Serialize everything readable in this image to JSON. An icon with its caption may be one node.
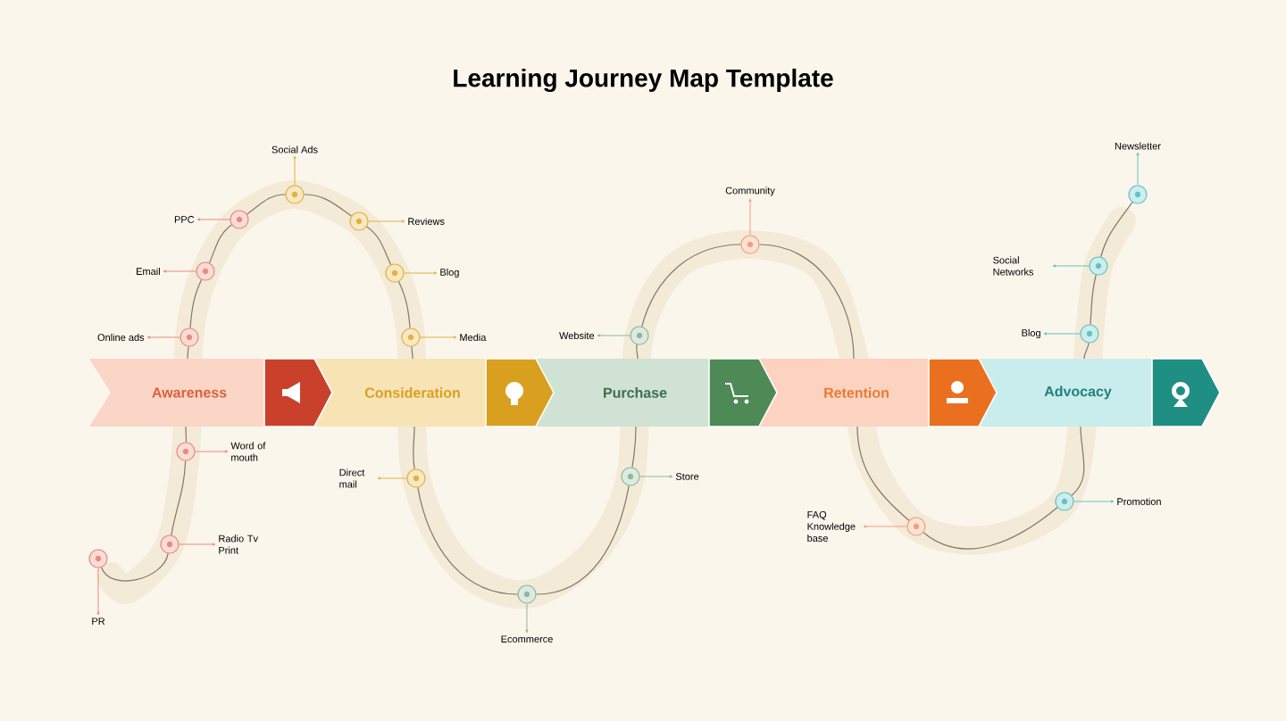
{
  "diagram": {
    "title": "Learning Journey Map Template",
    "nodes": [
      {
        "text": [
          "Awareness"
        ]
      },
      {
        "text": [
          "Consideration"
        ]
      },
      {
        "text": [
          "Purchase"
        ]
      },
      {
        "text": [
          "Retention"
        ]
      },
      {
        "text": [
          "Advocacy"
        ]
      },
      {
        "text": [],
        "shape": "circle"
      },
      {
        "text": [
          "Social Ads"
        ]
      },
      {
        "text": [],
        "shape": "circle"
      },
      {
        "text": [
          "PPC"
        ]
      },
      {
        "text": [],
        "shape": "circle"
      },
      {
        "text": [
          "Email"
        ]
      },
      {
        "text": [],
        "shape": "circle"
      },
      {
        "text": [
          "Online ads"
        ]
      },
      {
        "text": [],
        "shape": "circle"
      },
      {
        "text": [
          "Reviews"
        ]
      },
      {
        "text": [],
        "shape": "circle"
      },
      {
        "text": [
          "Blog"
        ]
      },
      {
        "text": [],
        "shape": "circle"
      },
      {
        "text": [
          "Media"
        ]
      },
      {
        "text": [],
        "shape": "circle"
      },
      {
        "text": [
          "Word of mouth"
        ]
      },
      {
        "text": [],
        "shape": "circle"
      },
      {
        "text": [
          "Radio Tv Print"
        ]
      },
      {
        "text": [],
        "shape": "circle"
      },
      {
        "text": [
          "PR"
        ]
      },
      {
        "text": [],
        "shape": "circle"
      },
      {
        "text": [
          "Direct mail"
        ]
      },
      {
        "text": [],
        "shape": "circle"
      },
      {
        "text": [
          "Website"
        ]
      },
      {
        "text": [],
        "shape": "circle"
      },
      {
        "text": [
          "Community"
        ]
      },
      {
        "text": [],
        "shape": "circle"
      },
      {
        "text": [
          "Store"
        ]
      },
      {
        "text": [],
        "shape": "circle"
      },
      {
        "text": [
          "Ecommerce"
        ]
      },
      {
        "text": [],
        "shape": "circle"
      },
      {
        "text": [
          "FAQ Knowledge base"
        ]
      },
      {
        "text": [],
        "shape": "circle"
      },
      {
        "text": [
          "Newsletter"
        ]
      },
      {
        "text": [],
        "shape": "circle"
      },
      {
        "text": [
          "Social Networks"
        ]
      },
      {
        "text": [],
        "shape": "circle"
      },
      {
        "text": [
          "Blog"
        ]
      },
      {
        "text": [],
        "shape": "circle"
      },
      {
        "text": [
          "Promotion"
        ]
      }
    ],
    "edges": [
      {
        "from": 5,
        "to": 6,
        "arrow": "to",
        "color": "#e2b23c"
      },
      {
        "from": 7,
        "to": 8,
        "arrow": "to",
        "color": "#e98b7a"
      },
      {
        "from": 9,
        "to": 10,
        "arrow": "to",
        "color": "#e98b7a"
      },
      {
        "from": 11,
        "to": 12,
        "arrow": "to",
        "color": "#e98b7a"
      },
      {
        "from": 13,
        "to": 14,
        "arrow": "to",
        "color": "#e2b23c"
      },
      {
        "from": 15,
        "to": 16,
        "arrow": "to",
        "color": "#e2b23c"
      },
      {
        "from": 17,
        "to": 18,
        "arrow": "to",
        "color": "#e2b23c"
      },
      {
        "from": 19,
        "to": 20,
        "arrow": "to",
        "color": "#e98b7a"
      },
      {
        "from": 21,
        "to": 22,
        "arrow": "to",
        "color": "#e98b7a"
      },
      {
        "from": 23,
        "to": 24,
        "arrow": "to",
        "color": "#e98b7a"
      },
      {
        "from": 25,
        "to": 26,
        "arrow": "to",
        "color": "#e2b23c"
      },
      {
        "from": 27,
        "to": 28,
        "arrow": "to",
        "color": "#8fb89a"
      },
      {
        "from": 29,
        "to": 30,
        "arrow": "to",
        "color": "#f0a07a"
      },
      {
        "from": 31,
        "to": 32,
        "arrow": "to",
        "color": "#8fb89a"
      },
      {
        "from": 33,
        "to": 34,
        "arrow": "to",
        "color": "#8fb89a"
      },
      {
        "from": 35,
        "to": 36,
        "arrow": "to",
        "color": "#f0a07a"
      },
      {
        "from": 37,
        "to": 38,
        "arrow": "to",
        "color": "#5fc4c4"
      },
      {
        "from": 39,
        "to": 40,
        "arrow": "to",
        "color": "#5fc4c4"
      },
      {
        "from": 41,
        "to": 42,
        "arrow": "to",
        "color": "#5fc4c4"
      },
      {
        "from": 43,
        "to": 44,
        "arrow": "to",
        "color": "#5fc4c4"
      },
      {
        "from": 23,
        "to": 21,
        "arrow": "none",
        "color": "#827869"
      },
      {
        "from": 21,
        "to": 19,
        "arrow": "none",
        "color": "#827869"
      },
      {
        "from": 19,
        "to": 0,
        "arrow": "none",
        "color": "#827869"
      },
      {
        "from": 0,
        "to": 11,
        "arrow": "none",
        "color": "#827869"
      },
      {
        "from": 11,
        "to": 9,
        "arrow": "none",
        "color": "#827869"
      },
      {
        "from": 9,
        "to": 7,
        "arrow": "none",
        "color": "#827869"
      },
      {
        "from": 7,
        "to": 5,
        "arrow": "none",
        "color": "#827869"
      },
      {
        "from": 5,
        "to": 13,
        "arrow": "none",
        "color": "#827869"
      },
      {
        "from": 13,
        "to": 15,
        "arrow": "none",
        "color": "#827869"
      },
      {
        "from": 15,
        "to": 17,
        "arrow": "none",
        "color": "#827869"
      },
      {
        "from": 17,
        "to": 1,
        "arrow": "none",
        "color": "#827869"
      },
      {
        "from": 1,
        "to": 25,
        "arrow": "none",
        "color": "#827869"
      },
      {
        "from": 25,
        "to": 33,
        "arrow": "none",
        "color": "#827869"
      },
      {
        "from": 33,
        "to": 31,
        "arrow": "none",
        "color": "#827869"
      },
      {
        "from": 31,
        "to": 2,
        "arrow": "none",
        "color": "#827869"
      },
      {
        "from": 2,
        "to": 27,
        "arrow": "none",
        "color": "#827869"
      },
      {
        "from": 27,
        "to": 29,
        "arrow": "none",
        "color": "#827869"
      },
      {
        "from": 29,
        "to": 3,
        "arrow": "none",
        "color": "#827869"
      },
      {
        "from": 3,
        "to": 35,
        "arrow": "none",
        "color": "#827869"
      },
      {
        "from": 35,
        "to": 43,
        "arrow": "none",
        "color": "#827869"
      },
      {
        "from": 43,
        "to": 4,
        "arrow": "none",
        "color": "#827869"
      },
      {
        "from": 4,
        "to": 41,
        "arrow": "none",
        "color": "#827869"
      },
      {
        "from": 41,
        "to": 39,
        "arrow": "none",
        "color": "#827869"
      },
      {
        "from": 39,
        "to": 37,
        "arrow": "none",
        "color": "#827869"
      }
    ]
  }
}
